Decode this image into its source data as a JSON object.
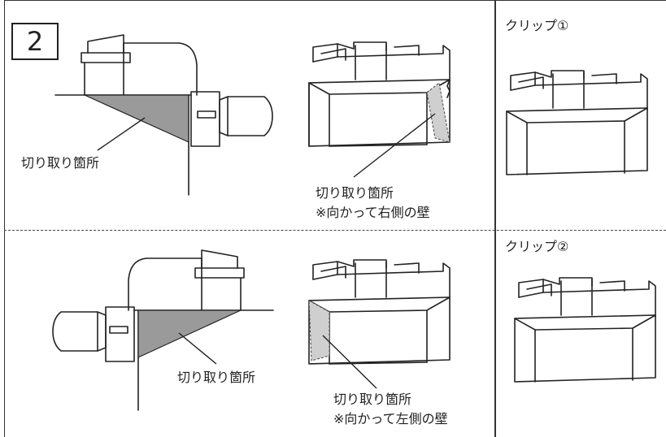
{
  "step": {
    "number": "2"
  },
  "labels": {
    "cut_location": "切り取り箇所",
    "right_wall_note": "※向かって右側の壁",
    "left_wall_note": "※向かって左側の壁"
  },
  "clips": {
    "clip1": "クリップ①",
    "clip2": "クリップ②"
  },
  "colors": {
    "line": "#222222",
    "cut_shading": "#9a9a9a"
  }
}
